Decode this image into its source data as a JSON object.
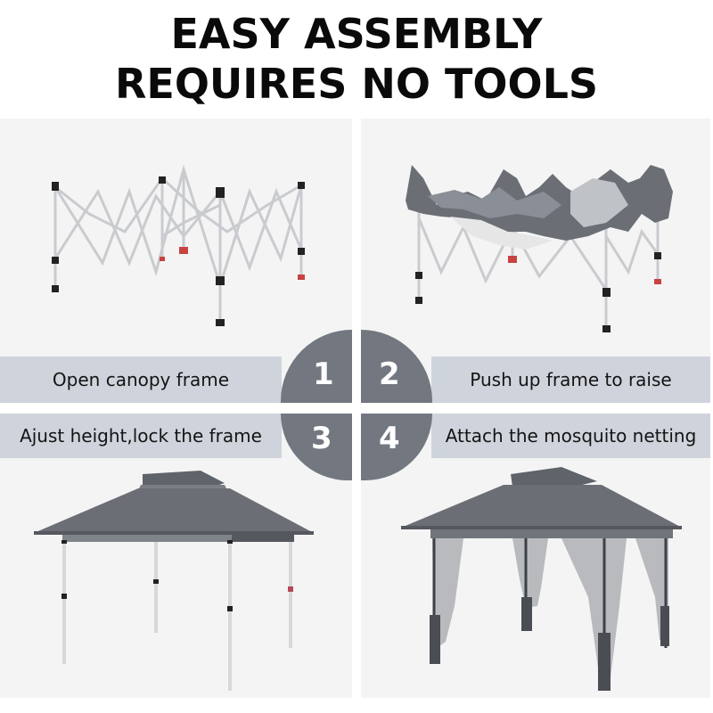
{
  "header": {
    "title_line1": "EASY ASSEMBLY",
    "title_line2": "REQUIRES NO TOOLS"
  },
  "steps": [
    {
      "number": "1",
      "label": "Open canopy frame"
    },
    {
      "number": "2",
      "label": "Push up frame to raise"
    },
    {
      "number": "3",
      "label": "Ajust height,lock the frame"
    },
    {
      "number": "4",
      "label": "Attach the mosquito netting"
    }
  ],
  "colors": {
    "panel_bg": "#f4f4f4",
    "band_bg": "#cfd4dc",
    "badge_bg": "#727780",
    "canopy_gray": "#6b6f75",
    "title_text": "#0a0a0a"
  },
  "images": [
    {
      "name": "open-frame-illustration",
      "description": "Expanded scissor canopy frame"
    },
    {
      "name": "raise-frame-illustration",
      "description": "Frame with crumpled canopy being raised"
    },
    {
      "name": "locked-canopy-illustration",
      "description": "Assembled gray canopy on legs"
    },
    {
      "name": "netting-canopy-illustration",
      "description": "Gray canopy with mosquito netting"
    }
  ]
}
